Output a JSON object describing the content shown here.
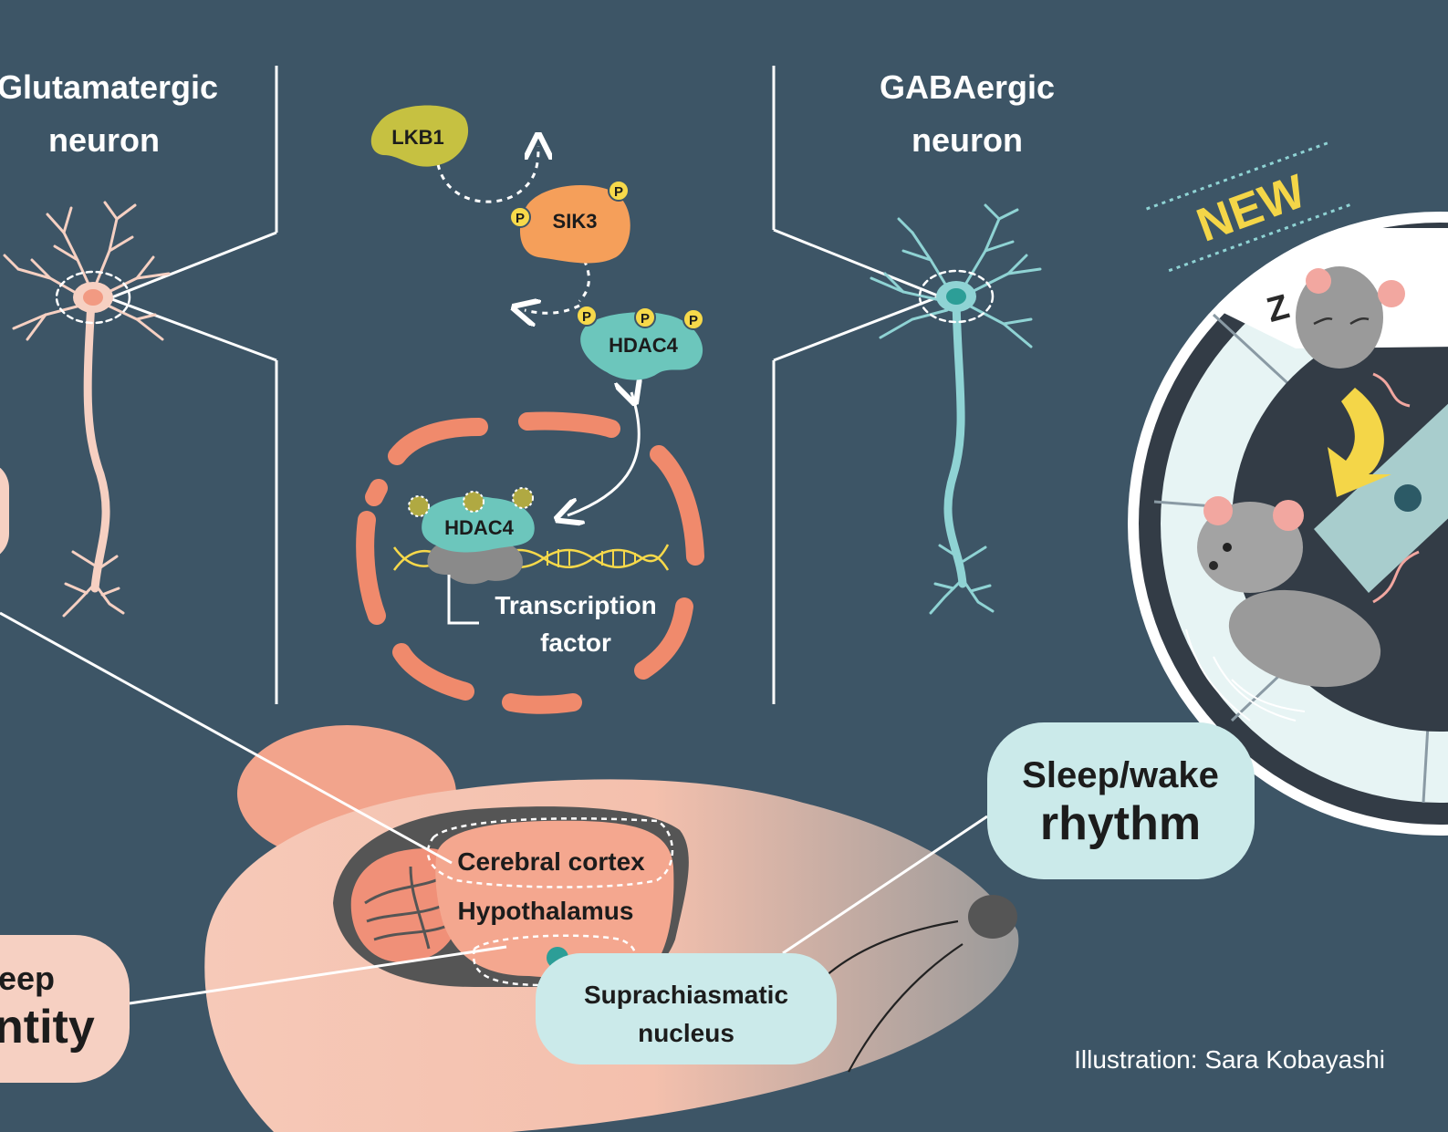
{
  "neurons": {
    "glutamatergic": {
      "line1": "Glutamatergic",
      "line2": "neuron"
    },
    "gabaergic": {
      "line1": "GABAergic",
      "line2": "neuron"
    }
  },
  "pathway": {
    "lkb1": "LKB1",
    "sik3": "SIK3",
    "hdac4_cytoplasm": "HDAC4",
    "hdac4_nucleus": "HDAC4",
    "phospho": "P",
    "transcription_factor": {
      "line1": "Transcription",
      "line2": "factor"
    }
  },
  "new_badge": "NEW",
  "brain_regions": {
    "cortex": "Cerebral cortex",
    "hypothalamus": "Hypothalamus",
    "scn": {
      "line1": "Suprachiasmatic",
      "line2": "nucleus"
    }
  },
  "outcomes": {
    "rhythm": {
      "line1": "Sleep/wake",
      "line2": "rhythm"
    },
    "quantity": {
      "line1": "eep",
      "line2": "ntity"
    }
  },
  "credit": "Illustration: Sara Kobayashi",
  "sleep_symbol": "Z",
  "colors": {
    "background": "#3d5566",
    "glutamatergic": "#f6d0c2",
    "gabaergic": "#8fd3d4",
    "lkb1": "#c6c141",
    "sik3": "#f59f5a",
    "hdac4": "#6cc6bc",
    "nuclear_envelope": "#f08a6c",
    "phospho": "#f7d94a",
    "callout": "#cbeaea",
    "new": "#f4d648"
  }
}
